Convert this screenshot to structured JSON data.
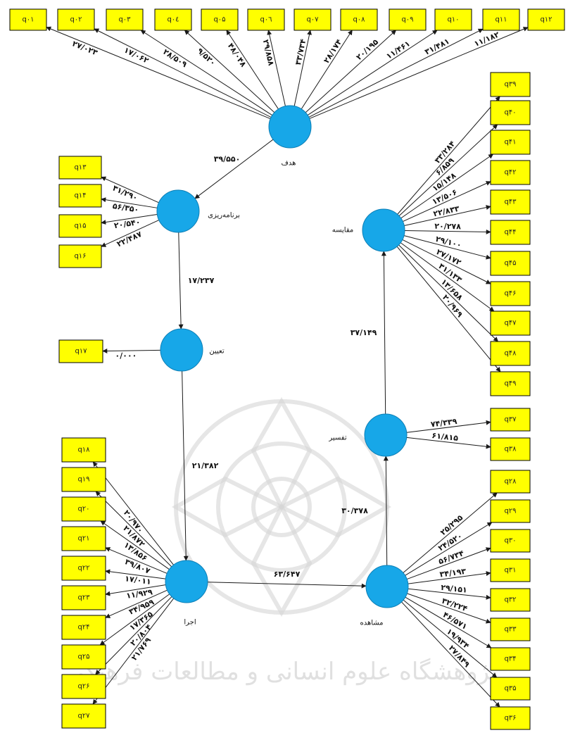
{
  "colors": {
    "box_fill": "#ffff00",
    "node_fill": "#17a7e8",
    "edge": "#1a1a1a"
  },
  "nodes": {
    "hadaf": "هدف",
    "barnamerizi": "برنامه‌ریزی",
    "tayin": "تعیین",
    "ejra": "اجرا",
    "moshahede": "مشاهده",
    "tafsir": "تفسیر",
    "moghayese": "مقایسه"
  },
  "path_labels": {
    "hadaf_barnamerizi": "۳۹/۵۵۰",
    "barnamerizi_tayin": "۱۷/۲۳۷",
    "tayin_ejra": "۲۱/۳۸۲",
    "ejra_moshahede": "۶۳/۶۴۷",
    "moshahede_tafsir": "۳۰/۳۷۸",
    "tafsir_moghayese": "۳۷/۱۴۹"
  },
  "top_items": [
    "q۰۱",
    "q۰۲",
    "q۰۳",
    "q۰٤",
    "q۰۵",
    "q۰٦",
    "q۰۷",
    "q۰۸",
    "q۰۹",
    "q۱۰",
    "q۱۱",
    "q۱۲"
  ],
  "top_loadings": [
    "۲۷/۰۲۳",
    "۱۷/۰۶۲",
    "۲۸/۵۰۹",
    "۹/۵۲۰",
    "۴۸/۰۴۸",
    "۲۹/۸۵۸",
    "۳۳/۷۳۴",
    "۲۸/۱۷۴",
    "۲۰/۱۹۵",
    "۱۱/۴۶۱",
    "۳۱/۴۸۱",
    "۱۱/۱۸۲"
  ],
  "plan_items": [
    "q۱۳",
    "q۱۴",
    "q۱۵",
    "q۱۶"
  ],
  "plan_loadings": [
    "۳۱/۲۹۰",
    "۵۶/۳۵۰",
    "۲۰/۵۴۰",
    "۲۲/۴۸۷"
  ],
  "tayin_items": [
    "q۱۷"
  ],
  "tayin_loadings": [
    "۰/۰۰۰"
  ],
  "ejra_items": [
    "q۱۸",
    "q۱۹",
    "q۲۰",
    "q۲۱",
    "q۲۲",
    "q۲۳",
    "q۲۴",
    "q۲۵",
    "q۲۶",
    "q۲۷"
  ],
  "ejra_loadings": [
    "۲۰/۹۷۰",
    "۲۱/۸۷۲",
    "۱۳/۸۵۶",
    "۳۹/۸۰۷",
    "۱۷/۰۱۱",
    "۱۱/۹۲۹",
    "۳۴/۹۵۹",
    "۱۷/۳۶۵",
    "۲۰/۸۰۴",
    "۲۱/۷۶۹"
  ],
  "moshahede_items": [
    "q۲۸",
    "q۲۹",
    "q۳۰",
    "q۳۱",
    "q۳۲",
    "q۳۳",
    "q۳۴",
    "q۳۵",
    "q۳۶"
  ],
  "moshahede_loadings": [
    "۲۵/۲۹۵",
    "۲۴/۵۲۰",
    "۵۶/۷۳۴",
    "۳۴/۱۹۳",
    "۲۹/۱۵۱",
    "۳۲/۲۲۴",
    "۴۶/۵۷۱",
    "۱۹/۹۳۴",
    "۲۷/۸۴۹"
  ],
  "tafsir_items": [
    "q۳۷",
    "q۳۸"
  ],
  "tafsir_loadings": [
    "۷۴/۳۳۹",
    "۶۱/۸۱۵"
  ],
  "moghayese_items": [
    "q۳۹",
    "q۴۰",
    "q۴۱",
    "q۴۲",
    "q۴۳",
    "q۴۴",
    "q۴۵",
    "q۴۶",
    "q۴۷",
    "q۴۸",
    "q۴۹"
  ],
  "moghayese_loadings": [
    "۳۳/۲۸۴",
    "۶/۸۵۹",
    "۱۵/۱۴۸",
    "۱۳/۵۰۶",
    "۲۲/۸۳۳",
    "۲۰/۲۷۸",
    "۲۹/۱۰۰",
    "۲۷/۱۷۲",
    "۳۱/۱۳۳",
    "۱۳/۶۵۸",
    "۲۰/۹۶۹"
  ],
  "watermark": "پژوهشگاه علوم انسانی و مطالعات فرهنگی"
}
